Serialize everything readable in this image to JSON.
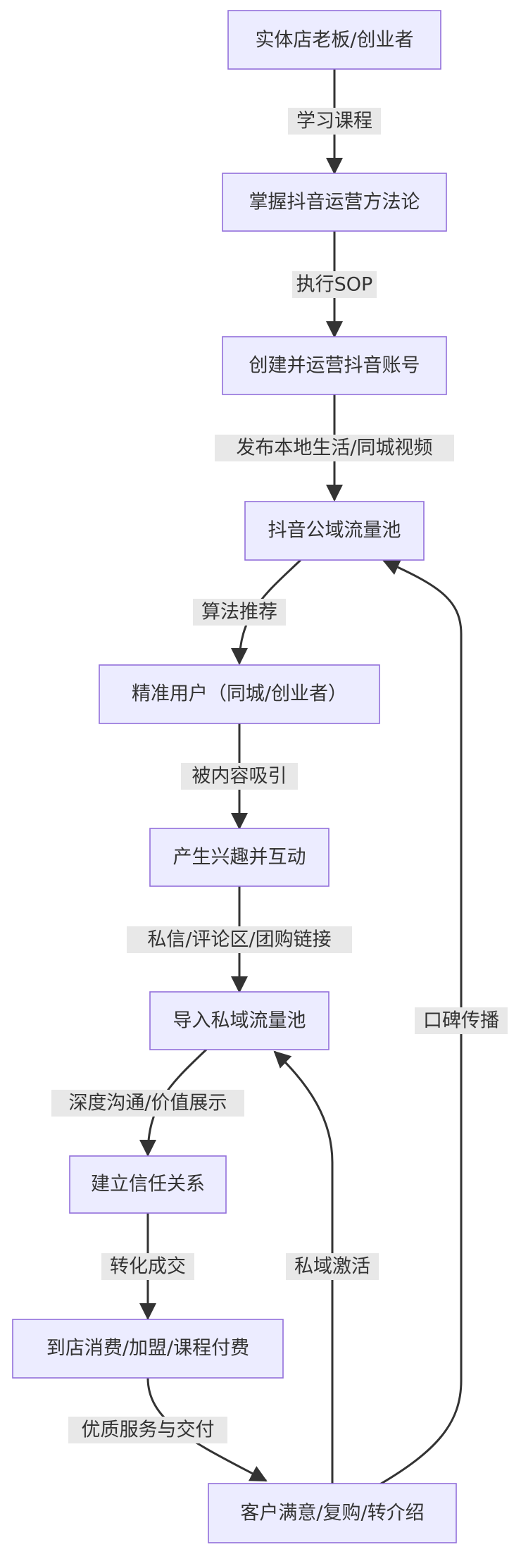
{
  "nodes": {
    "n1": "实体店老板/创业者",
    "n2": "掌握抖音运营方法论",
    "n3": "创建并运营抖音账号",
    "n4": "抖音公域流量池",
    "n5": "精准用户（同城/创业者）",
    "n6": "产生兴趣并互动",
    "n7": "导入私域流量池",
    "n8": "建立信任关系",
    "n9": "到店消费/加盟/课程付费",
    "n10": "客户满意/复购/转介绍"
  },
  "edges": {
    "e1": "学习课程",
    "e2": "执行SOP",
    "e3": "发布本地生活/同城视频",
    "e4": "算法推荐",
    "e5": "被内容吸引",
    "e6": "私信/评论区/团购链接",
    "e7": "深度沟通/价值展示",
    "e8": "转化成交",
    "e9": "优质服务与交付",
    "e10": "私域激活",
    "e11": "口碑传播"
  },
  "colors": {
    "node_fill": "#ececff",
    "node_stroke": "#9370db",
    "edge": "#333333",
    "label_bg": "#e8e8e8"
  }
}
